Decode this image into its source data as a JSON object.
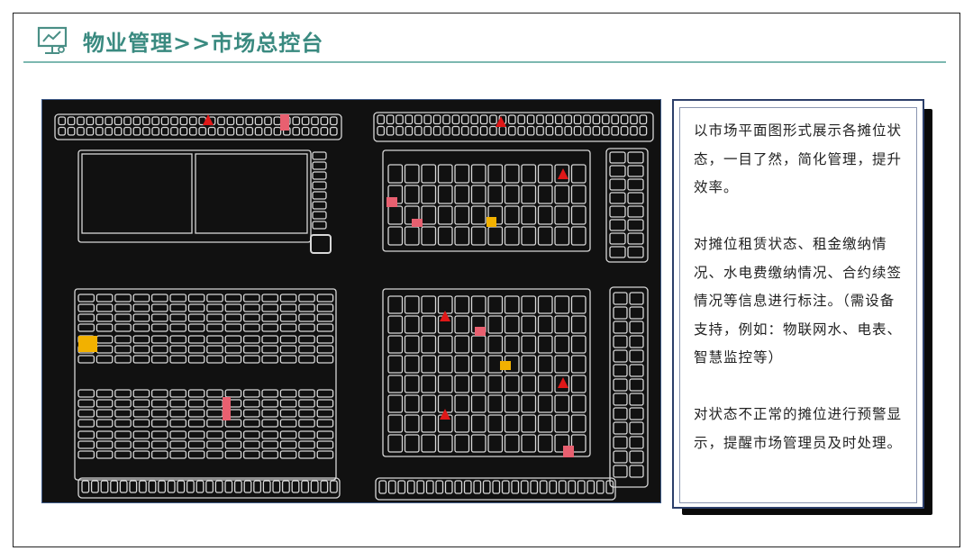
{
  "header": {
    "title": "物业管理>>市场总控台",
    "icon": "presentation-board-icon"
  },
  "floor_plan": {
    "background": "#111111",
    "outline_color": "#d8d8d8",
    "status_colors": {
      "alert": "#e01818",
      "unpaid": "#e86070",
      "warning": "#f2b100"
    }
  },
  "description": {
    "paragraphs": [
      "以市场平面图形式展示各摊位状态，一目了然，简化管理，提升效率。",
      "对摊位租赁状态、租金缴纳情况、水电费缴纳情况、合约续签情况等信息进行标注。（需设备支持，例如：物联网水、电表、智慧监控等）",
      "对状态不正常的摊位进行预警显示，提醒市场管理员及时处理。"
    ]
  }
}
